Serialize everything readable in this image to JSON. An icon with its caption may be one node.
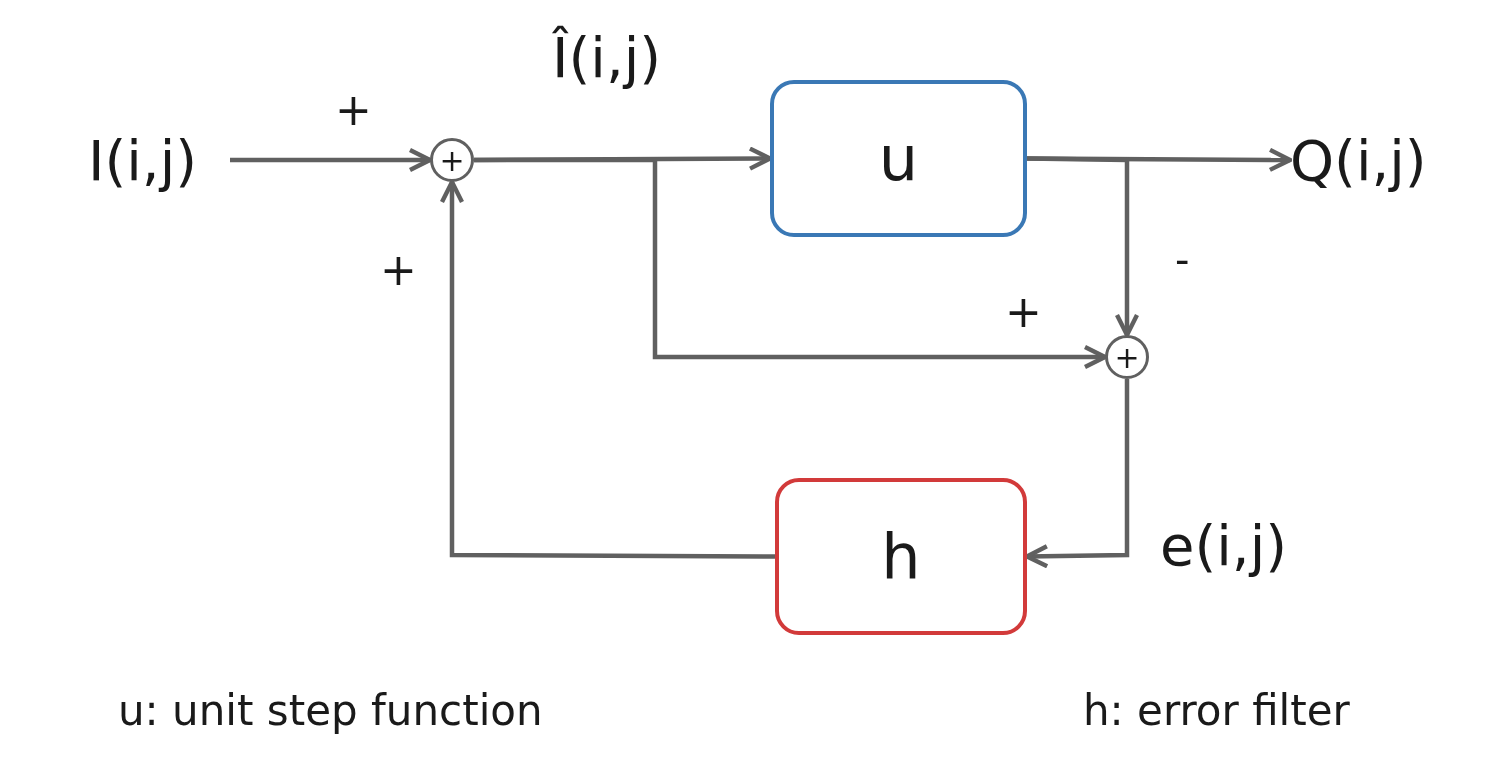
{
  "diagram": {
    "nodes": [
      {
        "text": [
          "I(i,j)"
        ]
      },
      {
        "text": [
          "+"
        ]
      },
      {
        "text": [
          "u"
        ]
      },
      {
        "text": [
          "Q(i,j)"
        ]
      },
      {
        "text": [
          "+"
        ]
      },
      {
        "text": [
          "h"
        ]
      }
    ],
    "edges": [
      {
        "from": 0,
        "to": 1,
        "arrow": "to",
        "label": "+"
      },
      {
        "from": 1,
        "to": 2,
        "arrow": "to",
        "label": "Î(i,j)"
      },
      {
        "from": 2,
        "to": 3,
        "arrow": "to"
      },
      {
        "from": 2,
        "to": 4,
        "arrow": "to",
        "label": "-"
      },
      {
        "from": 1,
        "to": 4,
        "arrow": "to",
        "label": "+"
      },
      {
        "from": 4,
        "to": 5,
        "arrow": "to",
        "label": "e(i,j)"
      },
      {
        "from": 5,
        "to": 1,
        "arrow": "to",
        "label": "+"
      }
    ],
    "labels": [
      "u: unit step function",
      "h: error filter"
    ]
  }
}
